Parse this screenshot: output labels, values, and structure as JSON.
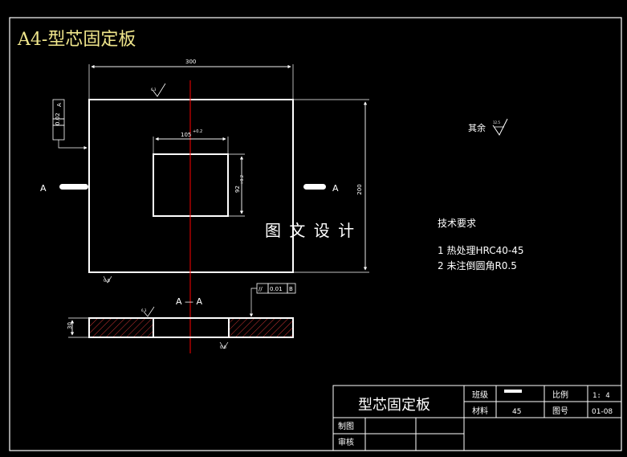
{
  "title": "A4-型芯固定板",
  "dimensions": {
    "width": "300",
    "height": "200",
    "hole_width": "105",
    "hole_width_tol": "+0.2",
    "hole_height": "92",
    "hole_height_tol": "+0.2",
    "section_thickness": "30"
  },
  "tolerances": {
    "perpendicularity_value": "0.02",
    "perpendicularity_datum": "A",
    "parallelism_symbol": "//",
    "parallelism_value": "0.01",
    "parallelism_datum": "B"
  },
  "labels": {
    "section_left": "A",
    "section_right": "A",
    "section_view": "A — A",
    "watermark": "图 文 设 计",
    "rest_finish": "其余",
    "roughness_top": "6.3",
    "roughness_sec": "6.3",
    "roughness_bottom": "0.8",
    "roughness_sec_bottom": "0.8",
    "roughness_rest": "12.5"
  },
  "requirements": {
    "heading": "技术要求",
    "items": [
      "1  热处理HRC40-45",
      "2  未注倒圆角R0.5"
    ]
  },
  "title_block": {
    "part_name": "型芯固定板",
    "level_label": "班级",
    "ratio_label": "比例",
    "ratio_value": "1: 4",
    "material_label": "材料",
    "material_value": "45",
    "drawing_no_label": "图号",
    "drawing_no_value": "01-08",
    "drawn_label": "制图",
    "checked_label": "审核"
  },
  "colors": {
    "background": "#000000",
    "lines": "#ffffff",
    "centerline": "#ff0000",
    "title": "#f0e68c",
    "hatch": "#cc3333"
  }
}
